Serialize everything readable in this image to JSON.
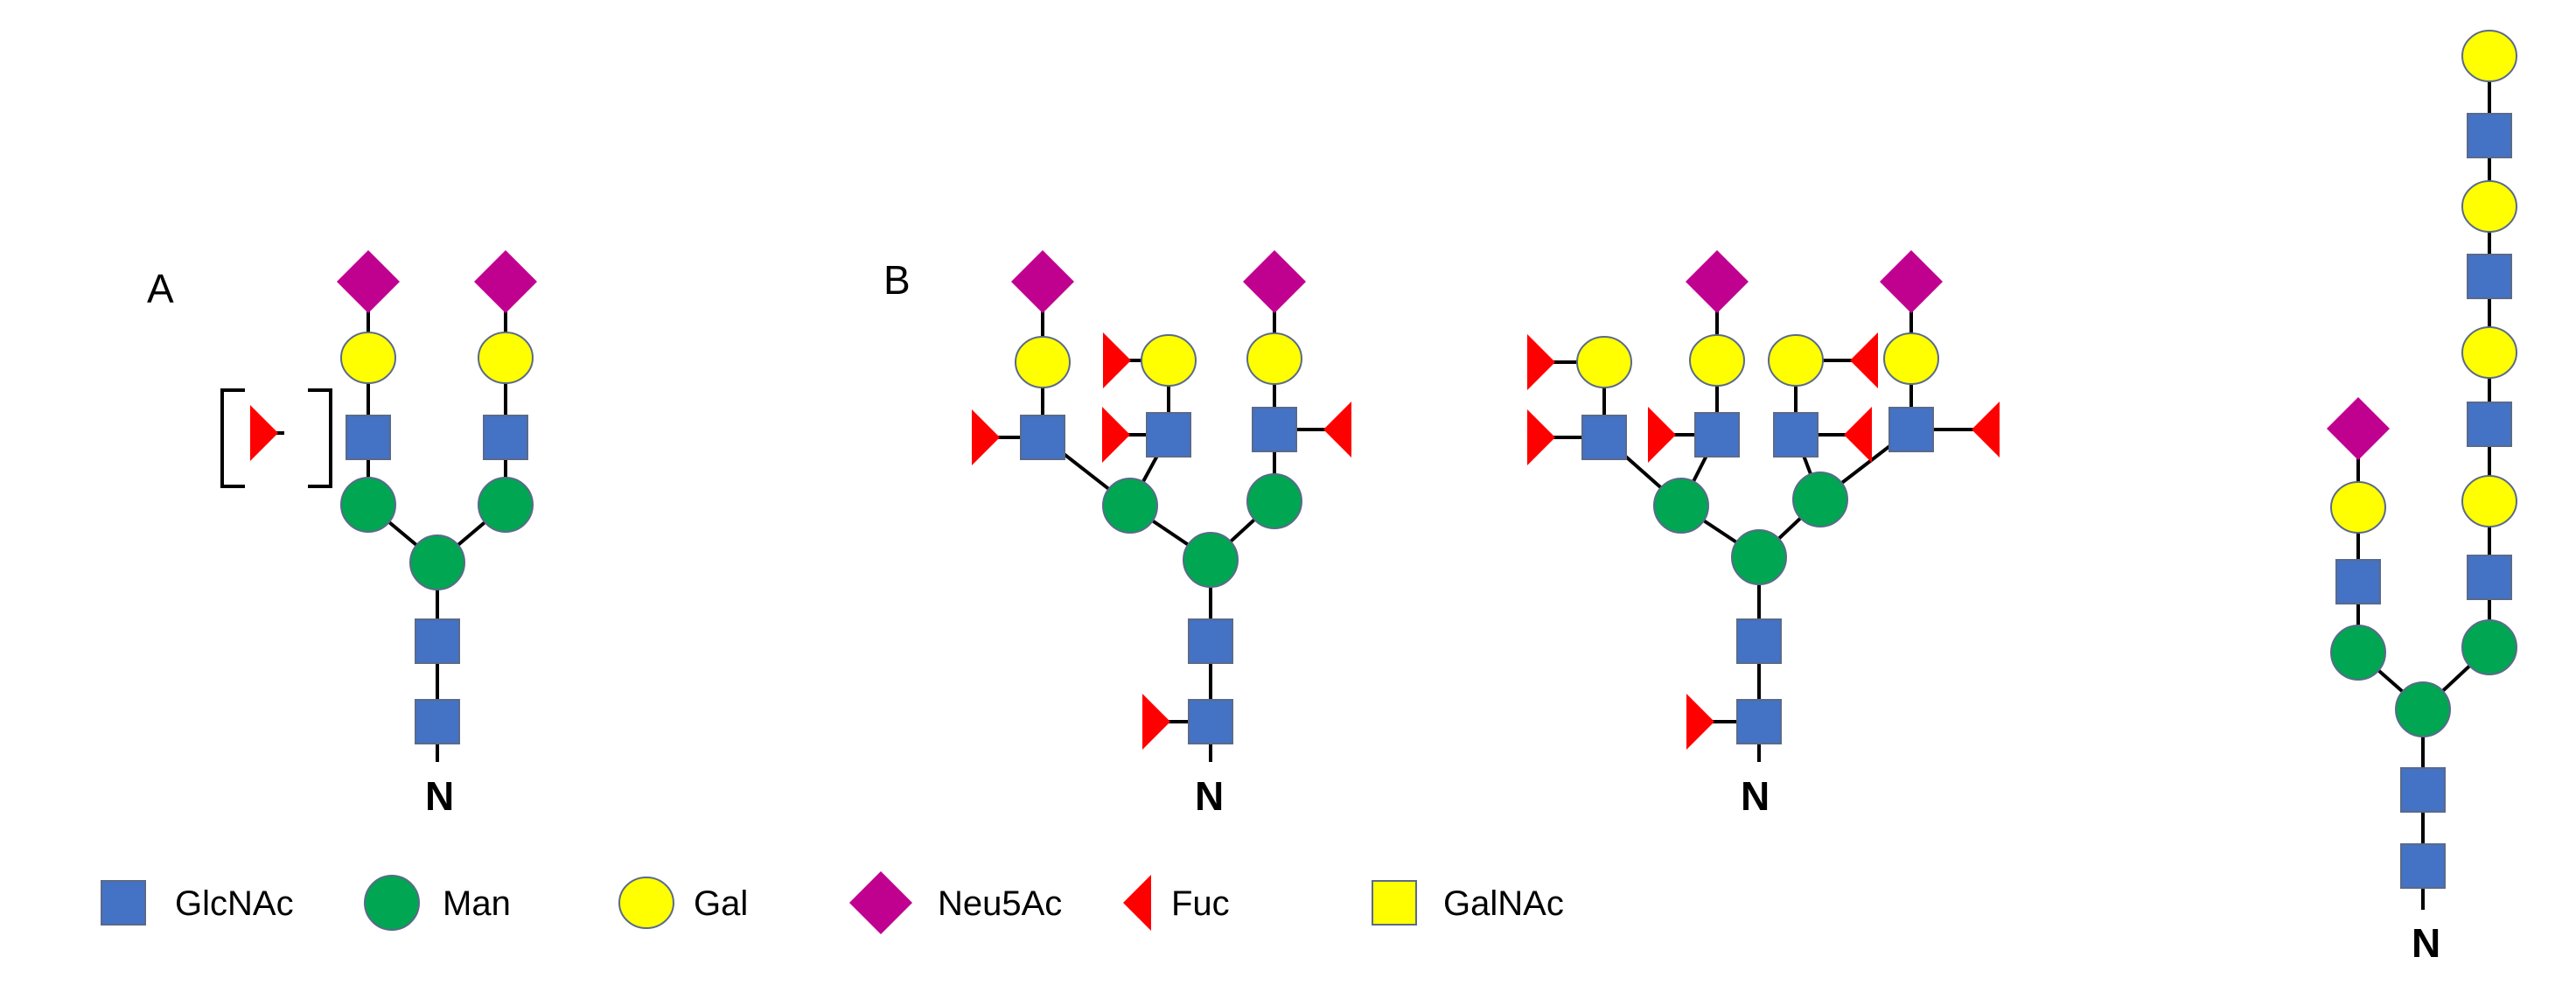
{
  "panel_labels": {
    "a": "A",
    "b": "B"
  },
  "reducing_end_label": "N",
  "legend": [
    {
      "symbol": "glcnac",
      "label": "GlcNAc"
    },
    {
      "symbol": "man",
      "label": "Man"
    },
    {
      "symbol": "gal",
      "label": "Gal"
    },
    {
      "symbol": "neu5ac",
      "label": "Neu5Ac"
    },
    {
      "symbol": "fuc",
      "label": "Fuc"
    },
    {
      "symbol": "galnac",
      "label": "GalNAc"
    }
  ],
  "symbol_colors": {
    "glcnac": "#4472c4",
    "man": "#00a651",
    "gal": "#ffff00",
    "neu5ac": "#c0008f",
    "fuc": "#ff0000",
    "galnac": "#ffff00",
    "outline": "#5a6a8a"
  },
  "structures": [
    {
      "id": "panel-a-glycan",
      "antennae": 2,
      "core_fucose": false,
      "optional_antenna_fucose": true
    },
    {
      "id": "panel-b-glycan-1",
      "antennae": 3,
      "core_fucose": true
    },
    {
      "id": "panel-b-glycan-2",
      "antennae": 4,
      "core_fucose": true
    },
    {
      "id": "extended-glycan",
      "antennae": 2,
      "core_fucose": false
    }
  ]
}
